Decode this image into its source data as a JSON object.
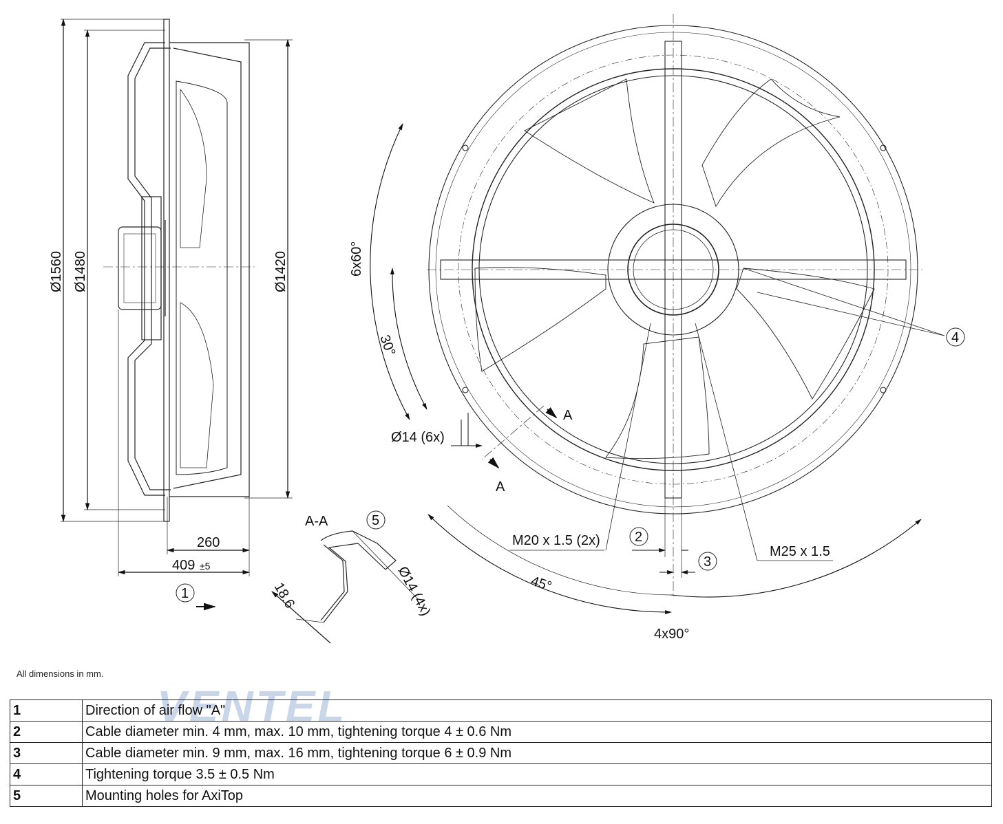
{
  "side_view": {
    "dia_1560": "Ø1560",
    "dia_1480": "Ø1480",
    "dia_1420": "Ø1420",
    "len_260": "260",
    "len_409": "409",
    "len_409_tol": "±5",
    "marker_1": "1"
  },
  "section": {
    "title": "A-A",
    "marker_5": "5",
    "dim_18_6": "18.6",
    "hole_4x": "Ø14 (4x)"
  },
  "front_view": {
    "angle_6x60": "6x60°",
    "angle_30": "30°",
    "hole_6x": "Ø14 (6x)",
    "section_a_top": "A",
    "section_a_bottom": "A",
    "m20": "M20 x 1.5 (2x)",
    "m25": "M25 x 1.5",
    "marker_2": "2",
    "marker_3": "3",
    "marker_4": "4",
    "angle_45": "45°",
    "angle_4x90": "4x90°"
  },
  "note": "All dimensions in mm.",
  "legend": [
    {
      "num": "1",
      "text": "Direction of air flow \"A\""
    },
    {
      "num": "2",
      "text": "Cable diameter min. 4 mm, max. 10 mm, tightening torque 4 ± 0.6 Nm"
    },
    {
      "num": "3",
      "text": "Cable diameter min. 9 mm, max. 16 mm, tightening torque 6 ± 0.9 Nm"
    },
    {
      "num": "4",
      "text": "Tightening torque 3.5 ± 0.5 Nm"
    },
    {
      "num": "5",
      "text": "Mounting holes for AxiTop"
    }
  ],
  "watermark": "VENTEL"
}
